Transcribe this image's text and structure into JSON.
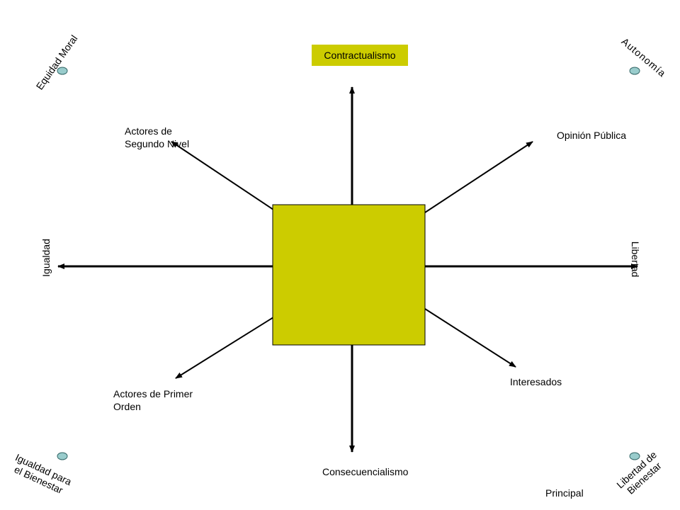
{
  "colors": {
    "box_fill": "#CCCC00",
    "arrow": "#000000",
    "dot_fill": "#99CCCC",
    "dot_stroke": "#336666"
  },
  "top": "Contractualismo",
  "bottom": "Consecuencialismo",
  "left": "Igualdad",
  "right": "Libertad",
  "upper_left": "Actores de Segundo Nivel",
  "upper_right": "Opinión Pública",
  "lower_left": "Actores de Primer Orden",
  "lower_right": "Interesados",
  "corner_top_left": "Equidad Moral",
  "corner_top_right": "Autonomía",
  "corner_bottom_left": [
    "Igualdad para",
    "el Bienestar"
  ],
  "corner_bottom_right": [
    "Libertad de",
    "Bienestar"
  ],
  "footer_note": "Principal"
}
